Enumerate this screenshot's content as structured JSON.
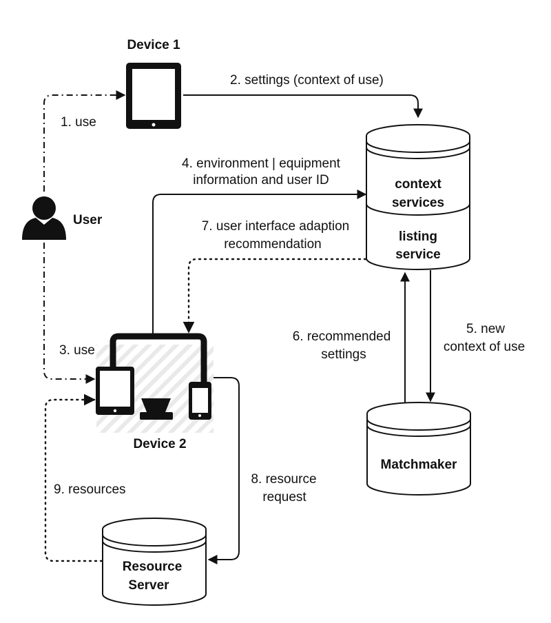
{
  "nodes": {
    "device1": "Device 1",
    "user": "User",
    "device2": "Device 2",
    "context_services": [
      "context",
      "services"
    ],
    "listing_service": [
      "listing",
      "service"
    ],
    "matchmaker": "Matchmaker",
    "resource_server": [
      "Resource",
      "Server"
    ]
  },
  "edges": {
    "e1": "1. use",
    "e2": "2. settings (context of use)",
    "e3": "3. use",
    "e4": [
      "4. environment | equipment",
      "information and user ID"
    ],
    "e5": [
      "5. new",
      "context of use"
    ],
    "e6": [
      "6. recommended",
      "settings"
    ],
    "e7": [
      "7. user interface adaption",
      "recommendation"
    ],
    "e8": [
      "8. resource",
      "request"
    ],
    "e9": "9. resources"
  }
}
